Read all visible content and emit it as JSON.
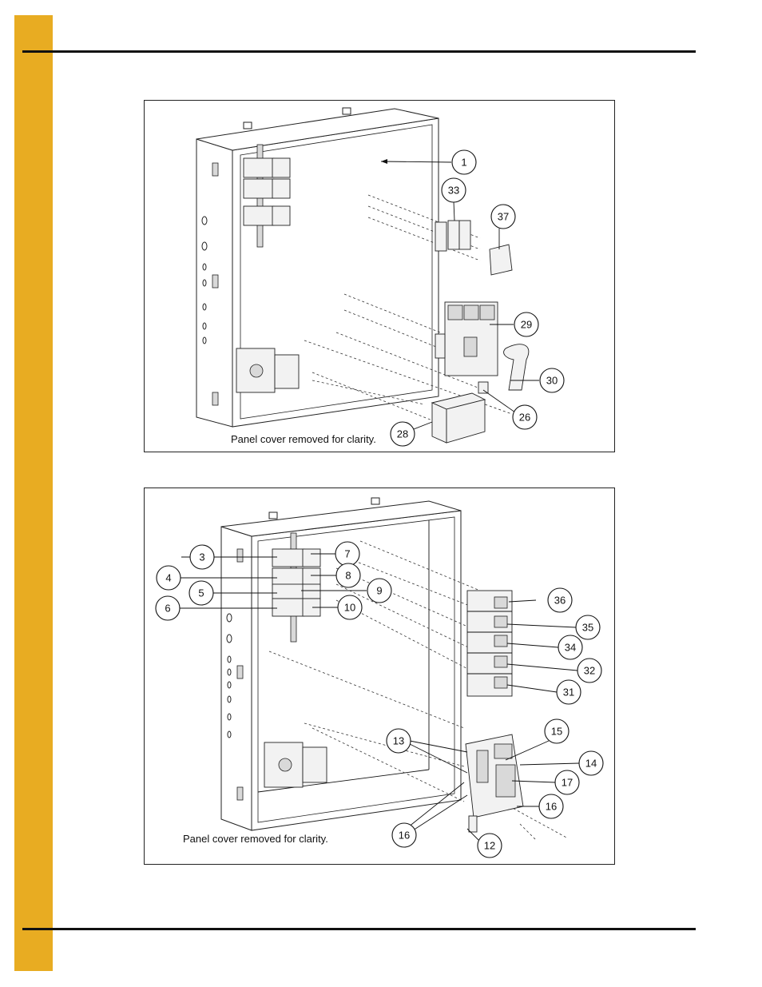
{
  "figures": [
    {
      "id": "top",
      "caption": "Panel cover removed for clarity.",
      "callouts": [
        "1",
        "33",
        "37",
        "29",
        "30",
        "26",
        "28"
      ]
    },
    {
      "id": "bottom",
      "caption": "Panel cover removed for clarity.",
      "callouts": [
        "3",
        "7",
        "4",
        "8",
        "5",
        "9",
        "6",
        "10",
        "36",
        "35",
        "34",
        "32",
        "31",
        "13",
        "15",
        "14",
        "17",
        "16",
        "16",
        "12"
      ]
    }
  ],
  "colors": {
    "side_bar": "#e8ac22",
    "rule": "#111111"
  }
}
